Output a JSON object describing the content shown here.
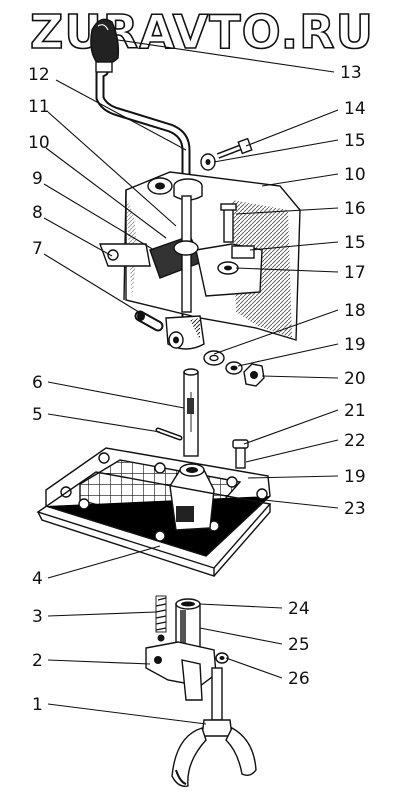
{
  "watermark": "ZURAVTO.RU",
  "callouts": {
    "c1": "1",
    "c2": "2",
    "c3": "3",
    "c4": "4",
    "c5": "5",
    "c6": "6",
    "c7": "7",
    "c8": "8",
    "c9": "9",
    "c10a": "10",
    "c10b": "10",
    "c11": "11",
    "c12": "12",
    "c13": "13",
    "c14": "14",
    "c15a": "15",
    "c15b": "15",
    "c16": "16",
    "c17": "17",
    "c18": "18",
    "c19a": "19",
    "c19b": "19",
    "c20": "20",
    "c21": "21",
    "c22": "22",
    "c23": "23",
    "c24": "24",
    "c25": "25",
    "c26": "26"
  }
}
